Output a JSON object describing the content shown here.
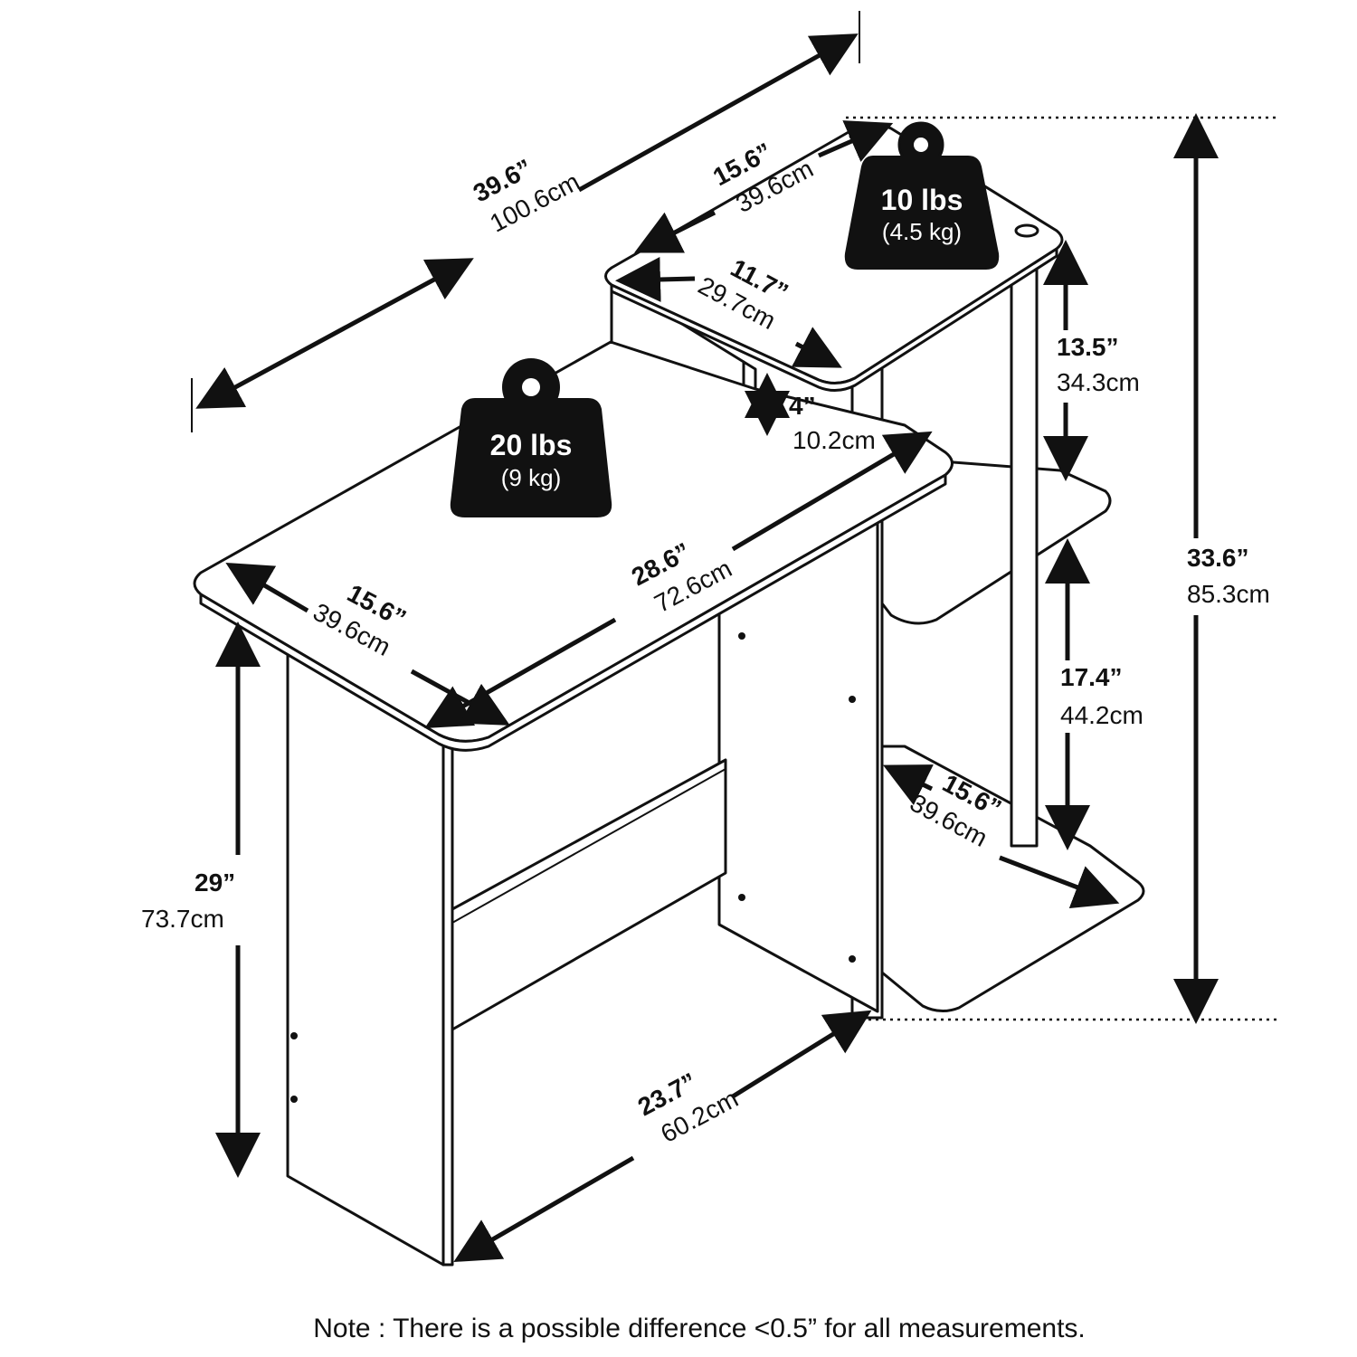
{
  "dimensions": {
    "overall_length": {
      "imperial": "39.6”",
      "metric": "100.6cm"
    },
    "shelf_width": {
      "imperial": "15.6”",
      "metric": "39.6cm"
    },
    "shelf_depth": {
      "imperial": "11.7”",
      "metric": "29.7cm"
    },
    "riser_height": {
      "imperial": "4”",
      "metric": "10.2cm"
    },
    "upper_gap": {
      "imperial": "13.5”",
      "metric": "34.3cm"
    },
    "overall_height": {
      "imperial": "33.6”",
      "metric": "85.3cm"
    },
    "lower_gap": {
      "imperial": "17.4”",
      "metric": "44.2cm"
    },
    "side_shelf_depth": {
      "imperial": "15.6”",
      "metric": "39.6cm"
    },
    "desk_length": {
      "imperial": "28.6”",
      "metric": "72.6cm"
    },
    "desk_depth": {
      "imperial": "15.6”",
      "metric": "39.6cm"
    },
    "desk_height": {
      "imperial": "29”",
      "metric": "73.7cm"
    },
    "knee_space": {
      "imperial": "23.7”",
      "metric": "60.2cm"
    }
  },
  "weights": {
    "top_shelf": {
      "lbs": "10 lbs",
      "kg": "(4.5 kg)"
    },
    "desk_top": {
      "lbs": "20 lbs",
      "kg": "(9 kg)"
    }
  },
  "note": "Note : There is a possible difference <0.5” for all measurements."
}
